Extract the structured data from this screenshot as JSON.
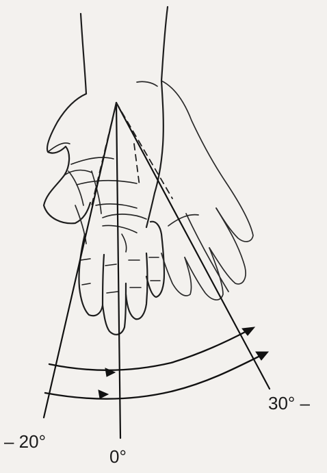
{
  "diagram": {
    "labels": {
      "neutral": "0°",
      "radial_deviation": "– 20°",
      "ulnar_deviation": "30° –"
    },
    "angles_deg": {
      "neutral": 0,
      "radial_deviation": -20,
      "ulnar_deviation": 30
    },
    "colors": {
      "ink": "#1e1e1e",
      "paper": "#f3f1ee"
    }
  }
}
